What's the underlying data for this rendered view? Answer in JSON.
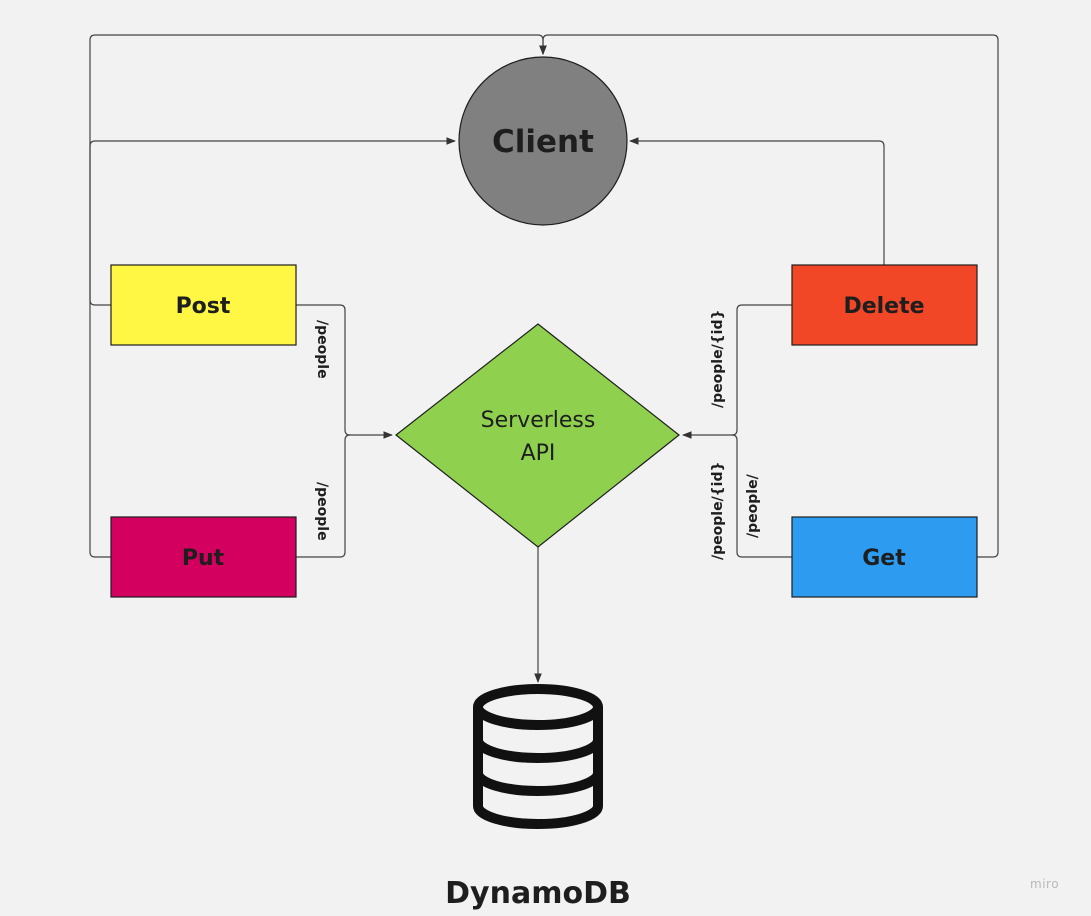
{
  "nodes": {
    "client": {
      "label": "Client",
      "color": "#808080"
    },
    "post": {
      "label": "Post",
      "color": "#fff744"
    },
    "put": {
      "label": "Put",
      "color": "#d4005f"
    },
    "delete": {
      "label": "Delete",
      "color": "#f24726"
    },
    "get": {
      "label": "Get",
      "color": "#2d9bf0"
    },
    "api": {
      "label_line1": "Serverless",
      "label_line2": "API",
      "color": "#8fd14f"
    },
    "database": {
      "label": "DynamoDB",
      "icon": "database-icon"
    }
  },
  "edge_labels": {
    "post_route": "/people",
    "put_route": "/people",
    "delete_route": "/people/{id}",
    "get_route_id": "/people/{id}",
    "get_route": "/people/"
  },
  "watermark": "miro"
}
